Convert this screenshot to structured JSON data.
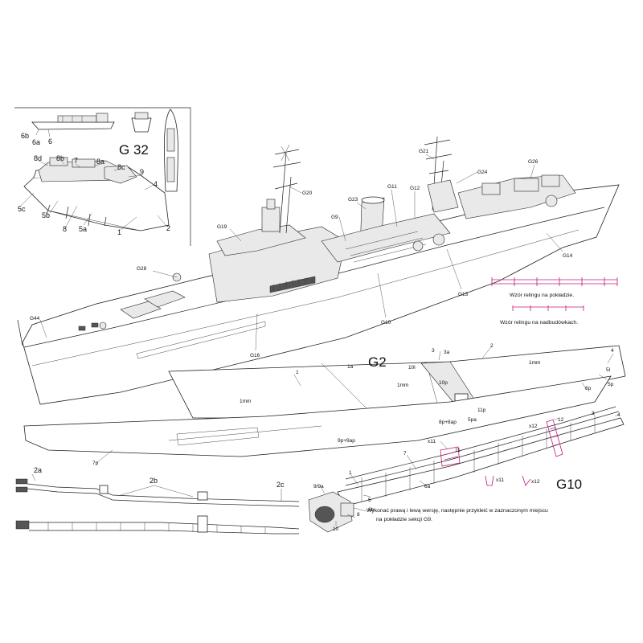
{
  "colors": {
    "ink": "#222222",
    "railing_accent": "#c2187a",
    "background": "#ffffff"
  },
  "inset": {
    "title": "G 32",
    "labels": [
      "6b",
      "6a",
      "6",
      "8d",
      "8b",
      "7",
      "8a",
      "8c",
      "9",
      "4",
      "5c",
      "5b",
      "8",
      "5a",
      "1",
      "2"
    ]
  },
  "ship": {
    "labels": [
      "G20",
      "G21",
      "G24",
      "G26",
      "G23",
      "G11",
      "G12",
      "G9",
      "G19",
      "G28",
      "G14",
      "G13",
      "G10",
      "G44",
      "G16"
    ]
  },
  "railing": {
    "deck_caption": "Wzór relingu na pokładzie.",
    "superstructure_caption": "Wzór relingu na nadbudówkach."
  },
  "g2": {
    "title": "G2",
    "labels": [
      "1a",
      "10l",
      "3",
      "3a",
      "2",
      "1mm",
      "1",
      "1mm",
      "1mm",
      "10p",
      "4",
      "5l",
      "5p",
      "6p",
      "11p",
      "8p+8ap",
      "5pa",
      "9p+9ap",
      "7p"
    ]
  },
  "g10": {
    "title": "G10",
    "labels": [
      "x12",
      "12",
      "3",
      "4",
      "x11",
      "11",
      "7",
      "x11",
      "x12",
      "1",
      "9/9a",
      "5",
      "6a",
      "6b",
      "8",
      "10"
    ],
    "note_line1": "Wykonać prawą i lewą wersję, następnie przykleić w zaznaczonym miejscu",
    "note_line2": "na pokładzie sekcji G9."
  },
  "boom": {
    "labels": [
      "2a",
      "2b",
      "2c"
    ]
  }
}
